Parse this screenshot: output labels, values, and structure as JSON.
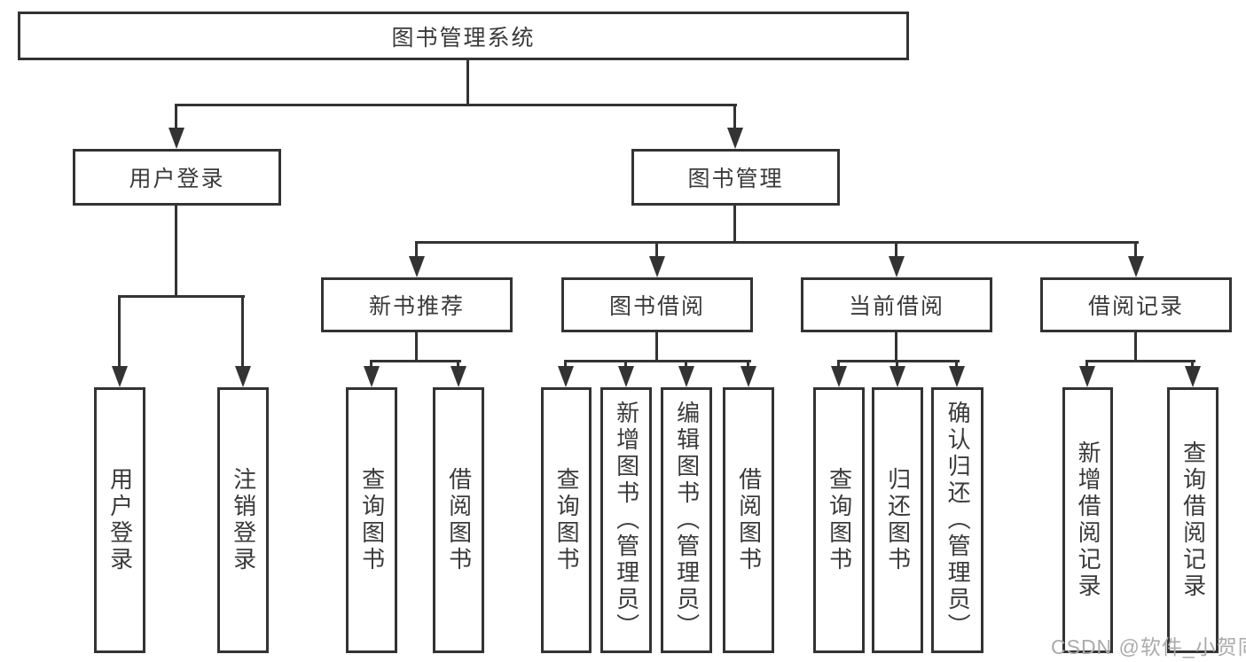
{
  "tree": {
    "label": "图书管理系统",
    "children": [
      {
        "label": "用户登录",
        "children": [
          {
            "label": "用户登录"
          },
          {
            "label": "注销登录"
          }
        ]
      },
      {
        "label": "图书管理",
        "children": [
          {
            "label": "新书推荐",
            "children": [
              {
                "label": "查询图书"
              },
              {
                "label": "借阅图书"
              }
            ]
          },
          {
            "label": "图书借阅",
            "children": [
              {
                "label": "查询图书"
              },
              {
                "label": "新增图书（管理员）"
              },
              {
                "label": "编辑图书（管理员）"
              },
              {
                "label": "借阅图书"
              }
            ]
          },
          {
            "label": "当前借阅",
            "children": [
              {
                "label": "查询图书"
              },
              {
                "label": "归还图书"
              },
              {
                "label": "确认归还（管理员）"
              }
            ]
          },
          {
            "label": "借阅记录",
            "children": [
              {
                "label": "新增借阅记录"
              },
              {
                "label": "查询借阅记录"
              }
            ]
          }
        ]
      }
    ]
  },
  "watermark": {
    "text": "CSDN @软件_小贺同学"
  },
  "colors": {
    "line": "#333333",
    "text": "#3a3a3a",
    "watermark": "#ababab",
    "background": "#ffffff"
  }
}
